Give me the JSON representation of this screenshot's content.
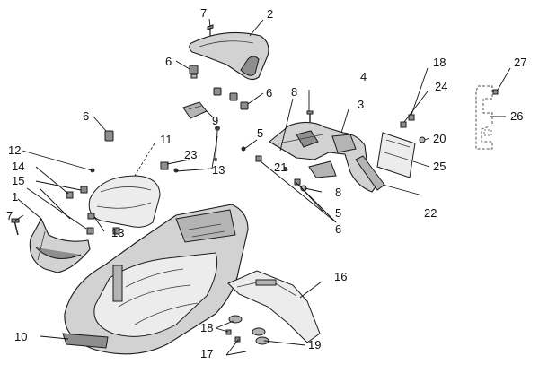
{
  "callouts": [
    {
      "id": "c1",
      "text": "1"
    },
    {
      "id": "c2",
      "text": "2"
    },
    {
      "id": "c3",
      "text": "3"
    },
    {
      "id": "c4",
      "text": "4"
    },
    {
      "id": "c5a",
      "text": "5"
    },
    {
      "id": "c5b",
      "text": "5"
    },
    {
      "id": "c6a",
      "text": "6"
    },
    {
      "id": "c6b",
      "text": "6"
    },
    {
      "id": "c6c",
      "text": "6"
    },
    {
      "id": "c6d",
      "text": "6"
    },
    {
      "id": "c7a",
      "text": "7"
    },
    {
      "id": "c7b",
      "text": "7"
    },
    {
      "id": "c8a",
      "text": "8"
    },
    {
      "id": "c8b",
      "text": "8"
    },
    {
      "id": "c9",
      "text": "9"
    },
    {
      "id": "c10",
      "text": "10"
    },
    {
      "id": "c11",
      "text": "11"
    },
    {
      "id": "c12",
      "text": "12"
    },
    {
      "id": "c13",
      "text": "13"
    },
    {
      "id": "c14",
      "text": "14"
    },
    {
      "id": "c15",
      "text": "15"
    },
    {
      "id": "c16",
      "text": "16"
    },
    {
      "id": "c17",
      "text": "17"
    },
    {
      "id": "c18a",
      "text": "18"
    },
    {
      "id": "c18b",
      "text": "18"
    },
    {
      "id": "c19",
      "text": "19"
    },
    {
      "id": "c20",
      "text": "20"
    },
    {
      "id": "c21",
      "text": "21"
    },
    {
      "id": "c22",
      "text": "22"
    },
    {
      "id": "c23",
      "text": "23"
    },
    {
      "id": "c24",
      "text": "24"
    },
    {
      "id": "c25",
      "text": "25"
    },
    {
      "id": "c26",
      "text": "26"
    },
    {
      "id": "c27",
      "text": "27"
    }
  ]
}
